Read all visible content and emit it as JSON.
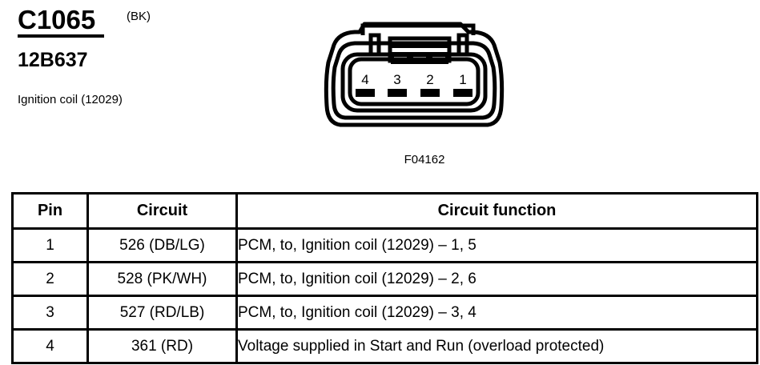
{
  "header": {
    "connector_id": "C1065",
    "color_code": "(BK)",
    "part_number": "12B637",
    "component_name": "Ignition coil (12029)"
  },
  "connector": {
    "reference": "F04162",
    "pin_labels": [
      "4",
      "3",
      "2",
      "1"
    ]
  },
  "table": {
    "columns": [
      "Pin",
      "Circuit",
      "Circuit function"
    ],
    "rows": [
      {
        "pin": "1",
        "circuit": "526 (DB/LG)",
        "function": "PCM, to, Ignition coil (12029) – 1, 5"
      },
      {
        "pin": "2",
        "circuit": "528 (PK/WH)",
        "function": "PCM, to, Ignition coil (12029) – 2, 6"
      },
      {
        "pin": "3",
        "circuit": "527 (RD/LB)",
        "function": "PCM, to, Ignition coil (12029) – 3, 4"
      },
      {
        "pin": "4",
        "circuit": "361 (RD)",
        "function": "Voltage supplied in Start and Run (overload protected)"
      }
    ]
  },
  "colors": {
    "ink": "#000000",
    "paper": "#ffffff"
  }
}
